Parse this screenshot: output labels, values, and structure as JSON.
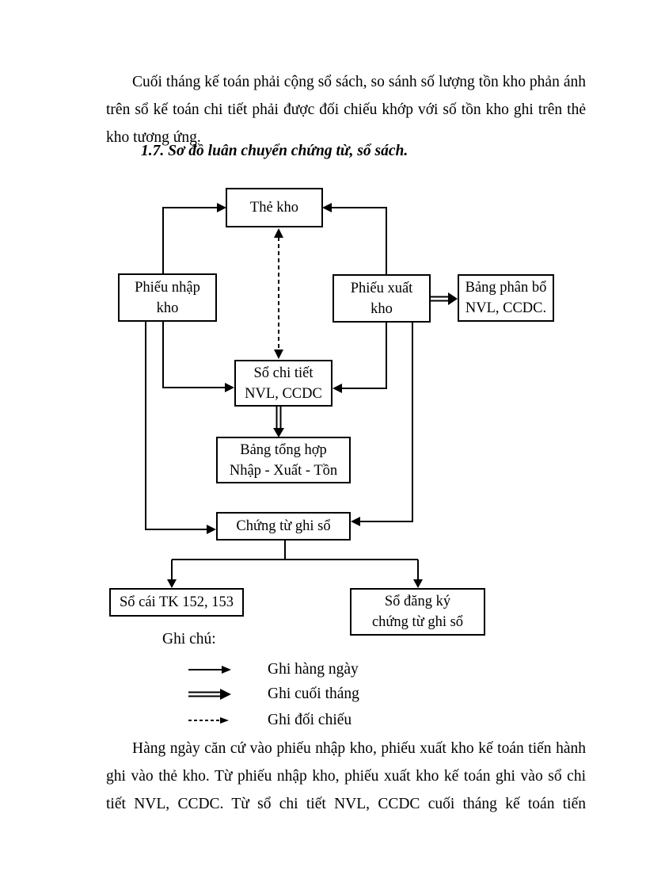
{
  "document": {
    "intro_paragraph": "Cuối tháng kế toán phải cộng sổ sách, so sánh số lượng tồn kho phản ánh trên sổ kế toán chi tiết phải được đối chiếu khớp với số tồn kho ghi trên thẻ kho tương ứng.",
    "section_heading": "1.7. Sơ đồ luân chuyển chứng từ, sổ sách.",
    "body_paragraph": "Hàng ngày căn cứ vào phiếu nhập kho, phiếu xuất kho kế toán tiến hành ghi vào thẻ kho. Từ phiếu nhập kho, phiếu xuất kho kế toán ghi vào sổ chi tiết NVL, CCDC. Từ sổ chi tiết NVL, CCDC cuối tháng kế toán tiến"
  },
  "diagram": {
    "boxes": {
      "the_kho": {
        "label": "Thẻ kho"
      },
      "phieu_nhap_kho": {
        "label": "Phiếu nhập\nkho"
      },
      "phieu_xuat_kho": {
        "label": "Phiếu xuất\nkho"
      },
      "bang_phan_bo": {
        "label": "Bảng phân bổ\nNVL, CCDC."
      },
      "so_chi_tiet": {
        "label": "Sổ chi tiết\nNVL, CCDC"
      },
      "bang_tong_hop": {
        "label": "Bảng tổng hợp\nNhập - Xuất - Tồn"
      },
      "chung_tu_ghi_so": {
        "label": "Chứng từ ghi sổ"
      },
      "so_cai": {
        "label": "Sổ cái TK 152, 153"
      },
      "so_dang_ky": {
        "label": "Sổ đăng ký\nchứng từ ghi sổ"
      }
    },
    "legend": {
      "title": "Ghi chú:",
      "items": [
        {
          "style": "solid",
          "label": "Ghi hàng ngày"
        },
        {
          "style": "double",
          "label": "Ghi cuối tháng"
        },
        {
          "style": "dashed",
          "label": "Ghi đối chiếu"
        }
      ]
    },
    "colors": {
      "ink": "#000000",
      "paper": "#ffffff"
    }
  }
}
